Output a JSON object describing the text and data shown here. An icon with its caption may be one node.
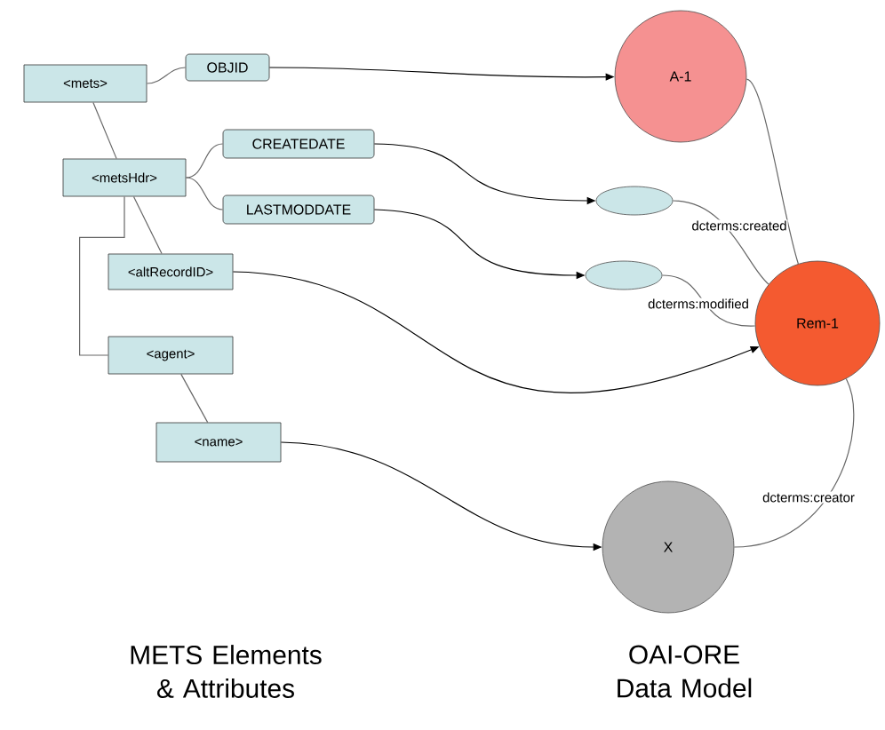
{
  "diagram": {
    "nodes": [
      {
        "text": [
          "<mets>"
        ]
      },
      {
        "text": [
          "OBJID"
        ]
      },
      {
        "text": [
          "<metsHdr>"
        ]
      },
      {
        "text": [
          "CREATEDATE"
        ]
      },
      {
        "text": [
          "LASTMODDATE"
        ]
      },
      {
        "text": [
          "<altRecordID>"
        ]
      },
      {
        "text": [
          "<agent>"
        ]
      },
      {
        "text": [
          "<name>"
        ]
      },
      {
        "text": [
          "A-1"
        ]
      },
      {
        "text": [],
        "shape": "ellipse"
      },
      {
        "text": [],
        "shape": "ellipse"
      },
      {
        "text": [
          "Rem-1"
        ]
      },
      {
        "text": [
          "X"
        ]
      }
    ],
    "edges": [
      {
        "from": 0,
        "to": 1,
        "arrow": "none"
      },
      {
        "from": 0,
        "to": 2,
        "arrow": "none"
      },
      {
        "from": 2,
        "to": 3,
        "arrow": "none"
      },
      {
        "from": 2,
        "to": 4,
        "arrow": "none"
      },
      {
        "from": 2,
        "to": 5,
        "arrow": "none"
      },
      {
        "from": 2,
        "to": 6,
        "arrow": "none"
      },
      {
        "from": 6,
        "to": 7,
        "arrow": "none"
      },
      {
        "from": 1,
        "to": 8,
        "arrow": "to",
        "color": "#000000"
      },
      {
        "from": 3,
        "to": 9,
        "arrow": "to",
        "color": "#000000"
      },
      {
        "from": 4,
        "to": 10,
        "arrow": "to",
        "color": "#000000"
      },
      {
        "from": 5,
        "to": 11,
        "arrow": "to",
        "color": "#000000"
      },
      {
        "from": 7,
        "to": 12,
        "arrow": "to",
        "color": "#000000"
      },
      {
        "from": 8,
        "to": 11,
        "arrow": "none"
      },
      {
        "from": 9,
        "to": 11,
        "arrow": "none",
        "label": "dcterms:created"
      },
      {
        "from": 10,
        "to": 11,
        "arrow": "none",
        "label": "dcterms:modified"
      },
      {
        "from": 11,
        "to": 12,
        "arrow": "none",
        "label": "dcterms:creator"
      }
    ],
    "labels": [
      "METS Elements & Attributes",
      "OAI-ORE Data Model"
    ]
  }
}
